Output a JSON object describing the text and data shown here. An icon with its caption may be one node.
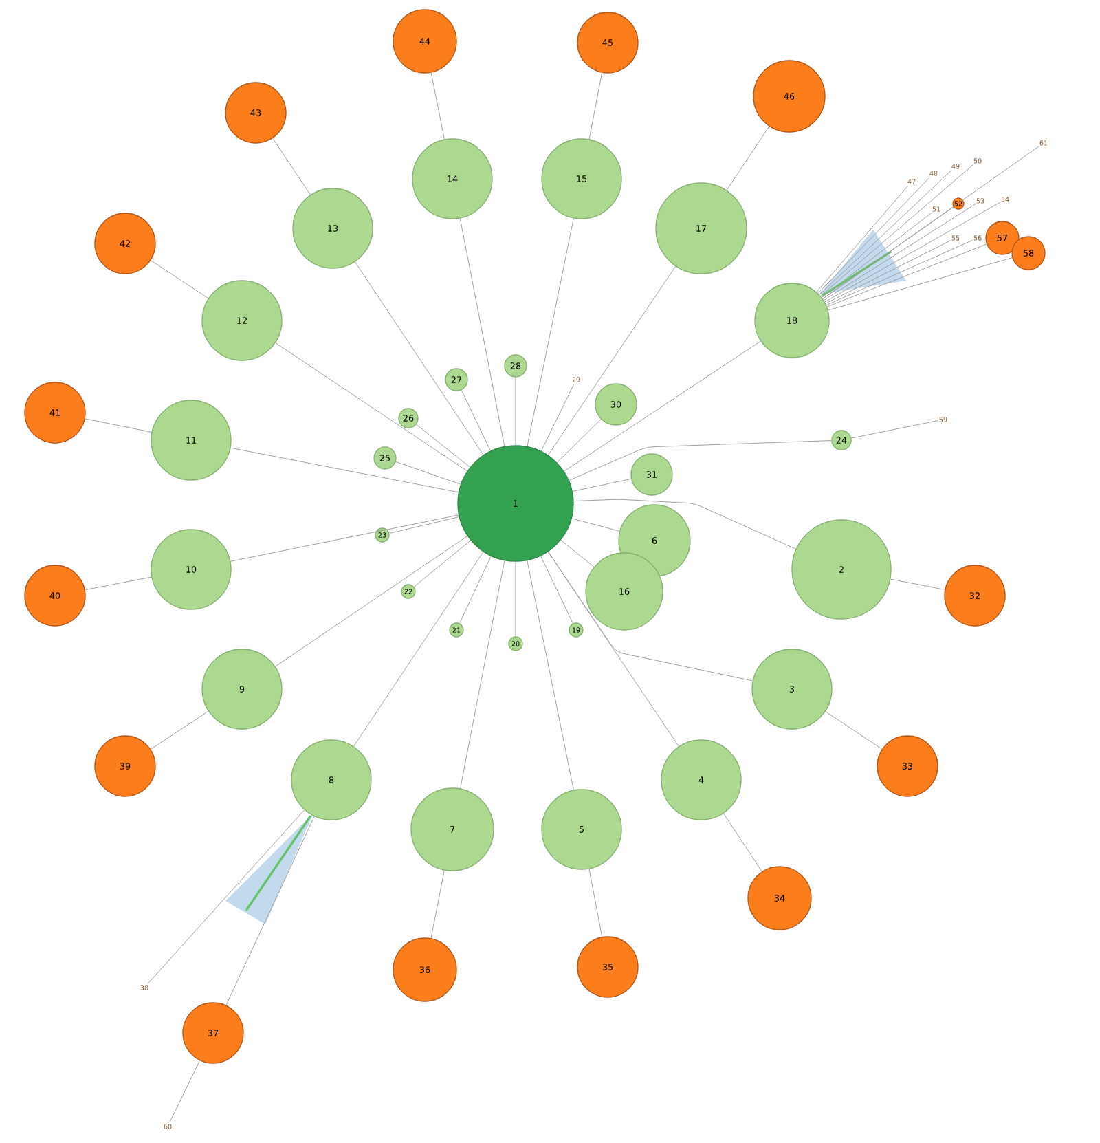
{
  "diagram": {
    "nodes": [
      {
        "text": [
          "1"
        ]
      },
      {
        "text": [
          "2"
        ]
      },
      {
        "text": [
          "3"
        ]
      },
      {
        "text": [
          "4"
        ]
      },
      {
        "text": [
          "5"
        ]
      },
      {
        "text": [
          "6"
        ]
      },
      {
        "text": [
          "7"
        ]
      },
      {
        "text": [
          "8"
        ]
      },
      {
        "text": [
          "9"
        ]
      },
      {
        "text": [
          "10"
        ]
      },
      {
        "text": [
          "11"
        ]
      },
      {
        "text": [
          "12"
        ]
      },
      {
        "text": [
          "13"
        ]
      },
      {
        "text": [
          "14"
        ]
      },
      {
        "text": [
          "15"
        ]
      },
      {
        "text": [
          "16"
        ]
      },
      {
        "text": [
          "17"
        ]
      },
      {
        "text": [
          "18"
        ]
      },
      {
        "text": [
          "19"
        ]
      },
      {
        "text": [
          "20"
        ]
      },
      {
        "text": [
          "21"
        ]
      },
      {
        "text": [
          "22"
        ]
      },
      {
        "text": [
          "23"
        ]
      },
      {
        "text": [
          "24"
        ]
      },
      {
        "text": [
          "25"
        ]
      },
      {
        "text": [
          "26"
        ]
      },
      {
        "text": [
          "27"
        ]
      },
      {
        "text": [
          "28"
        ]
      },
      {
        "text": [
          "29"
        ]
      },
      {
        "text": [
          "30"
        ]
      },
      {
        "text": [
          "31"
        ]
      },
      {
        "text": [
          "32"
        ]
      },
      {
        "text": [
          "33"
        ]
      },
      {
        "text": [
          "34"
        ]
      },
      {
        "text": [
          "35"
        ]
      },
      {
        "text": [
          "36"
        ]
      },
      {
        "text": [
          "37"
        ]
      },
      {
        "text": [
          "38"
        ]
      },
      {
        "text": [
          "39"
        ]
      },
      {
        "text": [
          "40"
        ]
      },
      {
        "text": [
          "41"
        ]
      },
      {
        "text": [
          "42"
        ]
      },
      {
        "text": [
          "43"
        ]
      },
      {
        "text": [
          "44"
        ]
      },
      {
        "text": [
          "45"
        ]
      },
      {
        "text": [
          "46"
        ]
      },
      {
        "text": [
          "47"
        ]
      },
      {
        "text": [
          "48"
        ]
      },
      {
        "text": [
          "49"
        ]
      },
      {
        "text": [
          "50"
        ]
      },
      {
        "text": [
          "51"
        ]
      },
      {
        "text": [
          "52"
        ]
      },
      {
        "text": [
          "53"
        ]
      },
      {
        "text": [
          "54"
        ]
      },
      {
        "text": [
          "55"
        ]
      },
      {
        "text": [
          "56"
        ]
      },
      {
        "text": [
          "57"
        ]
      },
      {
        "text": [
          "58"
        ]
      },
      {
        "text": [
          "59"
        ]
      },
      {
        "text": [
          "60"
        ]
      },
      {
        "text": [
          "61"
        ]
      }
    ],
    "edges": [
      {
        "from": 0,
        "to": 1,
        "arrow": "none"
      },
      {
        "from": 0,
        "to": 2,
        "arrow": "none"
      },
      {
        "from": 0,
        "to": 3,
        "arrow": "none"
      },
      {
        "from": 0,
        "to": 4,
        "arrow": "none"
      },
      {
        "from": 0,
        "to": 5,
        "arrow": "none"
      },
      {
        "from": 0,
        "to": 6,
        "arrow": "none"
      },
      {
        "from": 0,
        "to": 7,
        "arrow": "none"
      },
      {
        "from": 0,
        "to": 8,
        "arrow": "none"
      },
      {
        "from": 0,
        "to": 9,
        "arrow": "none"
      },
      {
        "from": 0,
        "to": 10,
        "arrow": "none"
      },
      {
        "from": 0,
        "to": 11,
        "arrow": "none"
      },
      {
        "from": 0,
        "to": 12,
        "arrow": "none"
      },
      {
        "from": 0,
        "to": 13,
        "arrow": "none"
      },
      {
        "from": 0,
        "to": 14,
        "arrow": "none"
      },
      {
        "from": 0,
        "to": 15,
        "arrow": "none"
      },
      {
        "from": 0,
        "to": 16,
        "arrow": "none"
      },
      {
        "from": 0,
        "to": 17,
        "arrow": "none"
      },
      {
        "from": 0,
        "to": 18,
        "arrow": "none"
      },
      {
        "from": 0,
        "to": 19,
        "arrow": "none"
      },
      {
        "from": 0,
        "to": 20,
        "arrow": "none"
      },
      {
        "from": 0,
        "to": 21,
        "arrow": "none"
      },
      {
        "from": 0,
        "to": 22,
        "arrow": "none"
      },
      {
        "from": 0,
        "to": 23,
        "arrow": "none"
      },
      {
        "from": 0,
        "to": 24,
        "arrow": "none"
      },
      {
        "from": 0,
        "to": 25,
        "arrow": "none"
      },
      {
        "from": 0,
        "to": 26,
        "arrow": "none"
      },
      {
        "from": 0,
        "to": 27,
        "arrow": "none"
      },
      {
        "from": 0,
        "to": 28,
        "arrow": "none"
      },
      {
        "from": 0,
        "to": 29,
        "arrow": "none"
      },
      {
        "from": 0,
        "to": 30,
        "arrow": "none"
      },
      {
        "from": 1,
        "to": 31,
        "arrow": "none"
      },
      {
        "from": 2,
        "to": 32,
        "arrow": "none"
      },
      {
        "from": 3,
        "to": 33,
        "arrow": "none"
      },
      {
        "from": 4,
        "to": 34,
        "arrow": "none"
      },
      {
        "from": 6,
        "to": 35,
        "arrow": "none"
      },
      {
        "from": 7,
        "to": 36,
        "arrow": "none"
      },
      {
        "from": 7,
        "to": 37,
        "arrow": "none"
      },
      {
        "from": 8,
        "to": 38,
        "arrow": "none"
      },
      {
        "from": 9,
        "to": 39,
        "arrow": "none"
      },
      {
        "from": 10,
        "to": 40,
        "arrow": "none"
      },
      {
        "from": 11,
        "to": 41,
        "arrow": "none"
      },
      {
        "from": 12,
        "to": 42,
        "arrow": "none"
      },
      {
        "from": 13,
        "to": 43,
        "arrow": "none"
      },
      {
        "from": 14,
        "to": 44,
        "arrow": "none"
      },
      {
        "from": 16,
        "to": 45,
        "arrow": "none"
      },
      {
        "from": 17,
        "to": 46,
        "arrow": "none"
      },
      {
        "from": 17,
        "to": 47,
        "arrow": "none"
      },
      {
        "from": 17,
        "to": 48,
        "arrow": "none"
      },
      {
        "from": 17,
        "to": 49,
        "arrow": "none"
      },
      {
        "from": 17,
        "to": 50,
        "arrow": "none"
      },
      {
        "from": 17,
        "to": 51,
        "arrow": "none"
      },
      {
        "from": 17,
        "to": 52,
        "arrow": "none"
      },
      {
        "from": 17,
        "to": 53,
        "arrow": "none"
      },
      {
        "from": 17,
        "to": 54,
        "arrow": "none"
      },
      {
        "from": 17,
        "to": 55,
        "arrow": "none"
      },
      {
        "from": 17,
        "to": 56,
        "arrow": "none"
      },
      {
        "from": 17,
        "to": 57,
        "arrow": "none"
      },
      {
        "from": 17,
        "to": 60,
        "arrow": "none"
      },
      {
        "from": 23,
        "to": 58,
        "arrow": "none"
      },
      {
        "from": 36,
        "to": 59,
        "arrow": "none"
      }
    ]
  }
}
